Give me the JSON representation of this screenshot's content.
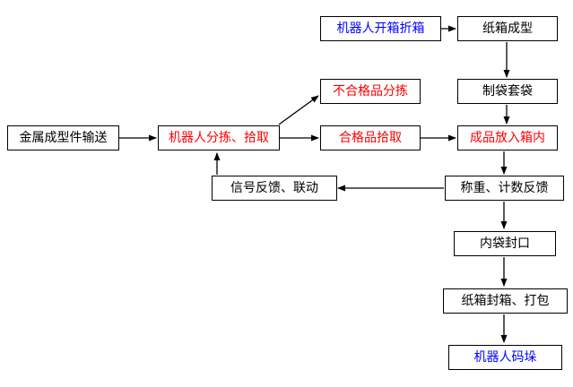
{
  "diagram": {
    "type": "flowchart",
    "description": "Robot packaging production line flow diagram"
  },
  "colors": {
    "background": "#ffffff",
    "box_border": "#000000",
    "arrow": "#000000",
    "text_black": "#000000",
    "text_red": "#ff0000",
    "text_blue": "#0000ff"
  },
  "boxes": [
    {
      "id": "metal-forming-conveying",
      "label": "金属成型件输送",
      "color": "black"
    },
    {
      "id": "robot-sorting-picking",
      "label": "机器人分拣、拾取",
      "color": "red"
    },
    {
      "id": "defective-product-sorting",
      "label": "不合格品分拣",
      "color": "red"
    },
    {
      "id": "qualified-product-picking",
      "label": "合格品拾取",
      "color": "red"
    },
    {
      "id": "robot-carton-opening",
      "label": "机器人开箱折箱",
      "color": "blue"
    },
    {
      "id": "carton-forming",
      "label": "纸箱成型",
      "color": "black"
    },
    {
      "id": "bag-making-bagging",
      "label": "制袋套袋",
      "color": "black"
    },
    {
      "id": "product-into-box",
      "label": "成品放入箱内",
      "color": "red"
    },
    {
      "id": "signal-feedback-linkage",
      "label": "信号反馈、联动",
      "color": "black"
    },
    {
      "id": "weighing-counting-feedback",
      "label": "称重、计数反馈",
      "color": "black"
    },
    {
      "id": "inner-bag-sealing",
      "label": "内袋封口",
      "color": "black"
    },
    {
      "id": "carton-sealing-packing",
      "label": "纸箱封箱、打包",
      "color": "black"
    },
    {
      "id": "robot-palletizing",
      "label": "机器人码垛",
      "color": "blue"
    }
  ],
  "connections": [
    {
      "from": "金属成型件输送",
      "to": "机器人分拣、拾取"
    },
    {
      "from": "机器人分拣、拾取",
      "to": "不合格品分拣"
    },
    {
      "from": "机器人分拣、拾取",
      "to": "合格品拾取"
    },
    {
      "from": "机器人开箱折箱",
      "to": "纸箱成型"
    },
    {
      "from": "纸箱成型",
      "to": "制袋套袋"
    },
    {
      "from": "制袋套袋",
      "to": "成品放入箱内"
    },
    {
      "from": "合格品拾取",
      "to": "成品放入箱内"
    },
    {
      "from": "成品放入箱内",
      "to": "称重、计数反馈"
    },
    {
      "from": "称重、计数反馈",
      "to": "信号反馈、联动"
    },
    {
      "from": "信号反馈、联动",
      "to": "机器人分拣、拾取"
    },
    {
      "from": "称重、计数反馈",
      "to": "内袋封口"
    },
    {
      "from": "内袋封口",
      "to": "纸箱封箱、打包"
    },
    {
      "from": "纸箱封箱、打包",
      "to": "机器人码垛"
    }
  ]
}
